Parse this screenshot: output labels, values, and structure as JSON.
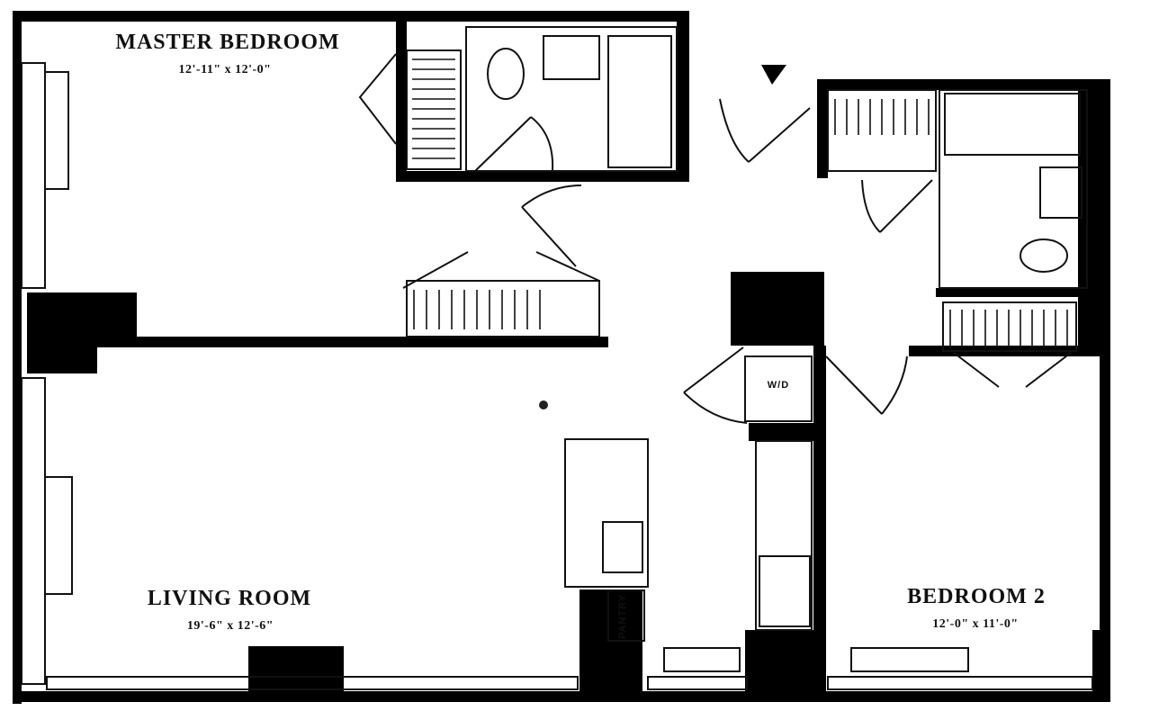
{
  "rooms": {
    "master_bedroom": {
      "name": "MASTER BEDROOM",
      "dims": "12'-11\" x 12'-0\""
    },
    "living_room": {
      "name": "LIVING ROOM",
      "dims": "19'-6\" x 12'-6\""
    },
    "bedroom_2": {
      "name": "BEDROOM 2",
      "dims": "12'-0\" x 11'-0\""
    }
  },
  "labels": {
    "washer_dryer": "W/D",
    "pantry": "PANTRY"
  },
  "colors": {
    "wall": "#000000",
    "line": "#111111",
    "background": "#ffffff"
  }
}
